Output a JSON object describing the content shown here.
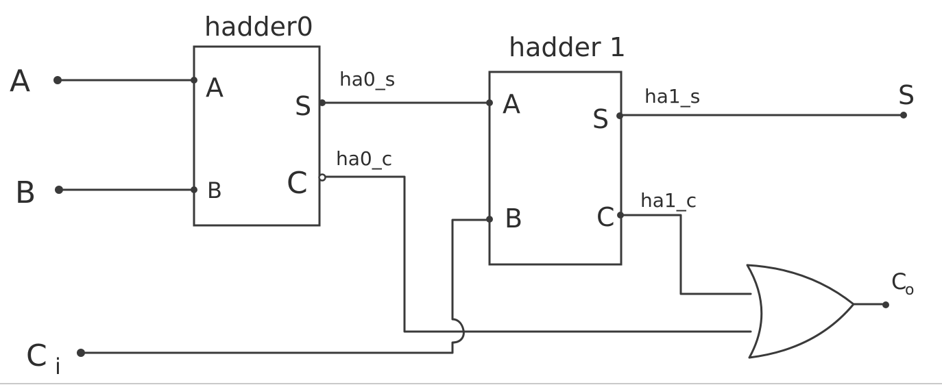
{
  "diagram": {
    "inputs": {
      "a": "A",
      "b": "B",
      "ci_main": "C",
      "ci_sub": "i"
    },
    "outputs": {
      "s": "S",
      "co_main": "C",
      "co_sub": "o"
    },
    "hadder0": {
      "title": "hadder0",
      "port_a": "A",
      "port_b": "B",
      "port_s": "S",
      "port_c": "C"
    },
    "hadder1": {
      "title": "hadder 1",
      "port_a": "A",
      "port_b": "B",
      "port_s": "S",
      "port_c": "C"
    },
    "wires": {
      "ha0_s": "ha0_s",
      "ha0_c": "ha0_c",
      "ha1_s": "ha1_s",
      "ha1_c": "ha1_c"
    },
    "or_gate": "OR"
  }
}
